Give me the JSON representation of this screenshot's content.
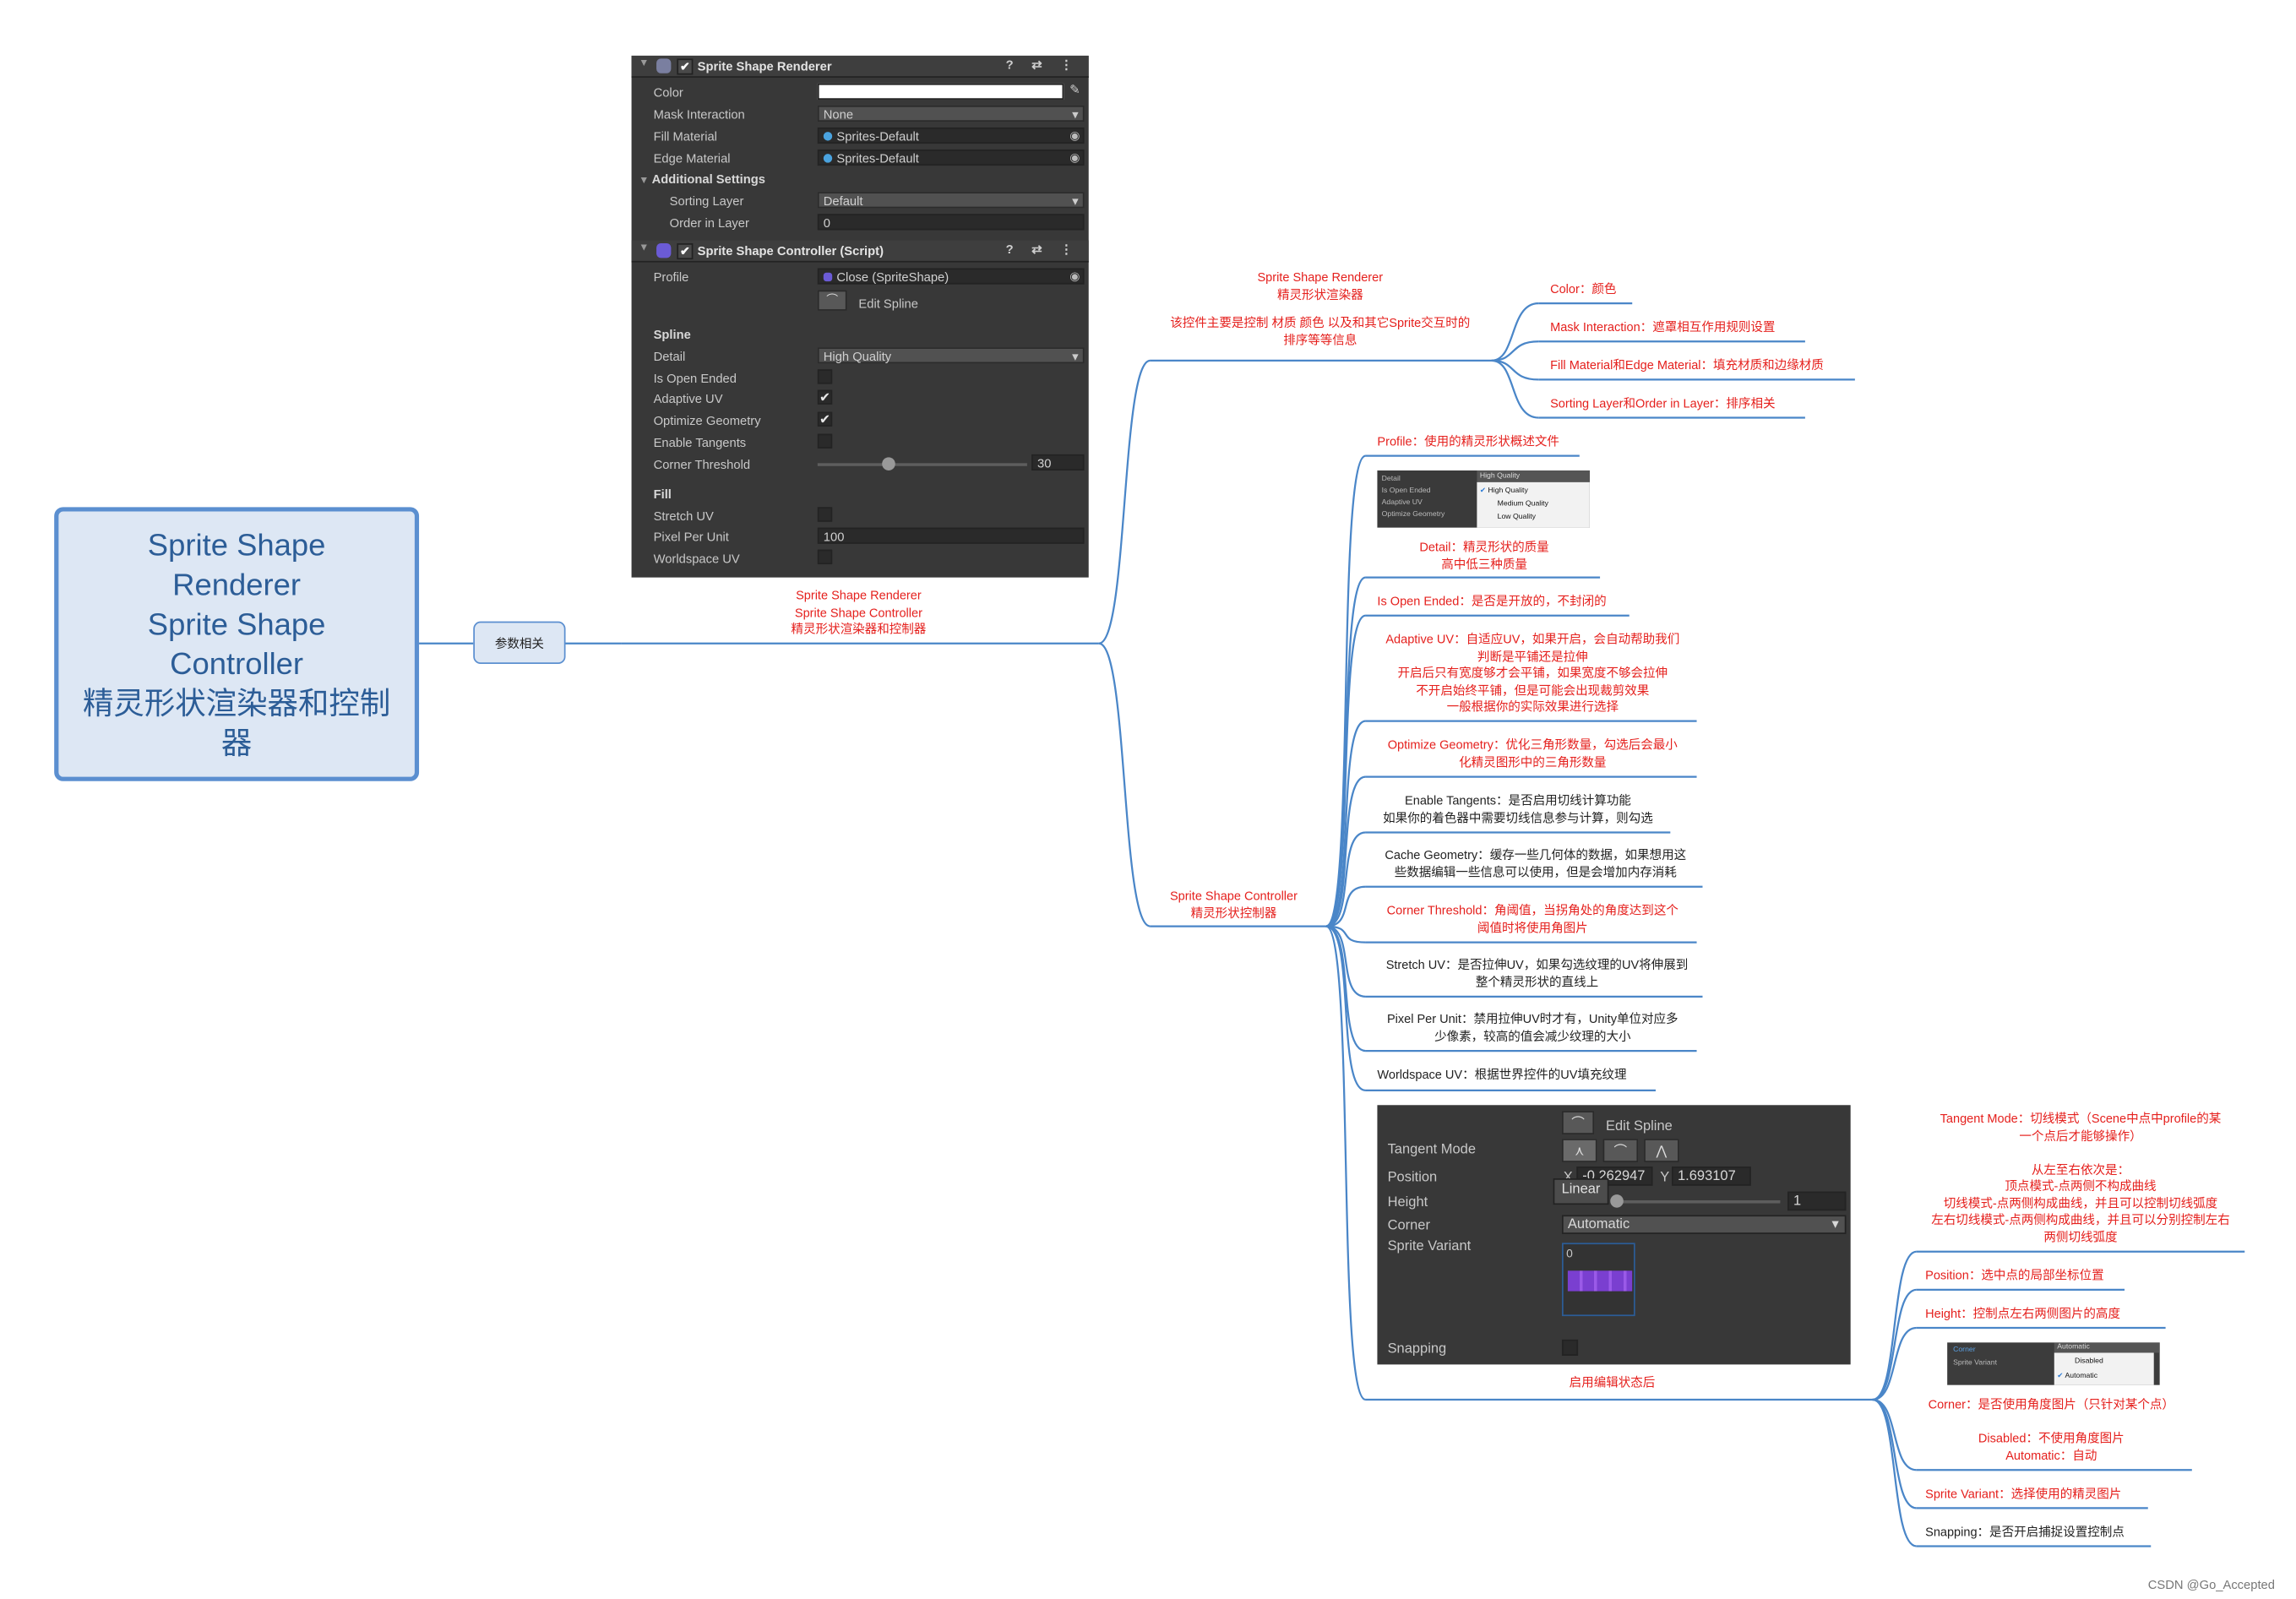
{
  "root": {
    "title": "Sprite Shape\nRenderer\nSprite Shape\nController\n精灵形状渲染器和控制\n器"
  },
  "branch": {
    "label": "参数相关"
  },
  "main_node": {
    "lines": [
      "Sprite Shape Renderer",
      "Sprite Shape Controller",
      "精灵形状渲染器和控制器"
    ]
  },
  "renderer_node": {
    "lines": [
      "Sprite Shape Renderer",
      "精灵形状渲染器",
      "该控件主要是控制 材质 颜色 以及和其它Sprite交互时的",
      "排序等等信息"
    ],
    "children": [
      "Color：颜色",
      "Mask Interaction：遮罩相互作用规则设置",
      "Fill Material和Edge Material：填充材质和边缘材质",
      "Sorting Layer和Order in Layer：排序相关"
    ]
  },
  "controller_node": {
    "lines": [
      "Sprite Shape Controller",
      "精灵形状控制器"
    ],
    "children": {
      "profile": "Profile：使用的精灵形状概述文件",
      "detail": [
        "Detail：精灵形状的质量",
        "高中低三种质量"
      ],
      "open_ended": "Is Open Ended：是否是开放的，不封闭的",
      "adaptive_uv": [
        "Adaptive UV：自适应UV，如果开启，会自动帮助我们",
        "判断是平铺还是拉伸",
        "开启后只有宽度够才会平铺，如果宽度不够会拉伸",
        "不开启始终平铺，但是可能会出现裁剪效果",
        "一般根据你的实际效果进行选择"
      ],
      "optimize": [
        "Optimize Geometry：优化三角形数量，勾选后会最小",
        "化精灵图形中的三角形数量"
      ],
      "tangents": [
        "Enable Tangents：是否启用切线计算功能",
        "如果你的着色器中需要切线信息参与计算，则勾选"
      ],
      "cache": [
        "Cache Geometry：缓存一些几何体的数据，如果想用这",
        "些数据编辑一些信息可以使用，但是会增加内存消耗"
      ],
      "corner_threshold": [
        "Corner Threshold：角阈值，当拐角处的角度达到这个",
        "阈值时将使用角图片"
      ],
      "stretch": [
        "Stretch UV：是否拉伸UV，如果勾选纹理的UV将伸展到",
        "整个精灵形状的直线上"
      ],
      "ppu": [
        "Pixel Per Unit：禁用拉伸UV时才有，Unity单位对应多",
        "少像素，较高的值会减少纹理的大小"
      ],
      "worldspace": "Worldspace UV：根据世界控件的UV填充纹理",
      "edit_state": "启用编辑状态后"
    }
  },
  "edit_children": {
    "tangent_mode": [
      "Tangent Mode：切线模式（Scene中点中profile的某",
      "一个点后才能够操作）",
      "",
      "从左至右依次是：",
      "顶点模式-点两侧不构成曲线",
      "切线模式-点两侧构成曲线，并且可以控制切线弧度",
      "左右切线模式-点两侧构成曲线，并且可以分别控制左右",
      "两侧切线弧度"
    ],
    "position": "Position：选中点的局部坐标位置",
    "height": "Height：控制点左右两侧图片的高度",
    "corner": [
      "Corner：是否使用角度图片（只针对某个点）",
      "",
      "Disabled：不使用角度图片",
      "Automatic：自动"
    ],
    "sprite_variant": "Sprite Variant：选择使用的精灵图片",
    "snapping": "Snapping：是否开启捕捉设置控制点"
  },
  "inspector": {
    "renderer_title": "Sprite Shape Renderer",
    "controller_title": "Sprite Shape Controller (Script)",
    "tools": "? ⇄ ⋮",
    "color_label": "Color",
    "mask_label": "Mask Interaction",
    "mask_value": "None",
    "fill_label": "Fill Material",
    "fill_value": "Sprites-Default",
    "edge_label": "Edge Material",
    "edge_value": "Sprites-Default",
    "additional": "Additional Settings",
    "sorting_label": "Sorting Layer",
    "sorting_value": "Default",
    "order_label": "Order in Layer",
    "order_value": "0",
    "profile_label": "Profile",
    "profile_value": "Close (SpriteShape)",
    "edit_spline": "Edit Spline",
    "spline": "Spline",
    "detail_label": "Detail",
    "detail_value": "High Quality",
    "open_label": "Is Open Ended",
    "adaptive_label": "Adaptive UV",
    "optimize_label": "Optimize Geometry",
    "tangents_label": "Enable Tangents",
    "corner_label": "Corner Threshold",
    "corner_value": "30",
    "fill": "Fill",
    "stretch_label": "Stretch UV",
    "ppu_label": "Pixel Per Unit",
    "ppu_value": "100",
    "worldspace_label": "Worldspace UV"
  },
  "detail_thumb": {
    "rows": [
      "Detail",
      "Is Open Ended",
      "Adaptive UV",
      "Optimize Geometry"
    ],
    "header": "High Quality",
    "options": [
      "High Quality",
      "Medium Quality",
      "Low Quality"
    ]
  },
  "corner_thumb": {
    "rows": [
      "Corner",
      "Sprite Variant"
    ],
    "header": "Automatic",
    "options": [
      "Disabled",
      "Automatic"
    ]
  },
  "spline_panel": {
    "edit_spline": "Edit Spline",
    "tangent_mode": "Tangent Mode",
    "position": "Position",
    "pos_x_label": "X",
    "pos_x": "-0.262947",
    "pos_y_label": "Y",
    "pos_y": "1.693107",
    "tooltip": "Linear",
    "height": "Height",
    "height_value": "1",
    "corner": "Corner",
    "corner_value": "Automatic",
    "sprite_variant": "Sprite Variant",
    "variant_index": "0",
    "snapping": "Snapping"
  },
  "credit": "CSDN @Go_Accepted",
  "colors": {
    "line": "#4a86c8",
    "red_text": "#e5201d",
    "root_fill": "#dde7f4",
    "root_border": "#5b8fd0",
    "root_text": "#2c5d97",
    "unity_bg": "#383838"
  }
}
